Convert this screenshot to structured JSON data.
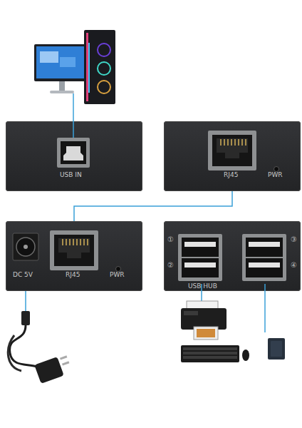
{
  "diagram": {
    "nodes": [
      {
        "text": [
          "USB IN"
        ]
      },
      {
        "text": [
          "RJ45",
          "PWR"
        ]
      },
      {
        "text": [
          "DC 5V",
          "RJ45",
          "PWR"
        ]
      },
      {
        "text": [
          "①",
          "②",
          "③",
          "④",
          "USB HUB"
        ]
      }
    ],
    "edges": [
      {
        "from": 1,
        "to": 2,
        "arrow": "none"
      }
    ]
  }
}
